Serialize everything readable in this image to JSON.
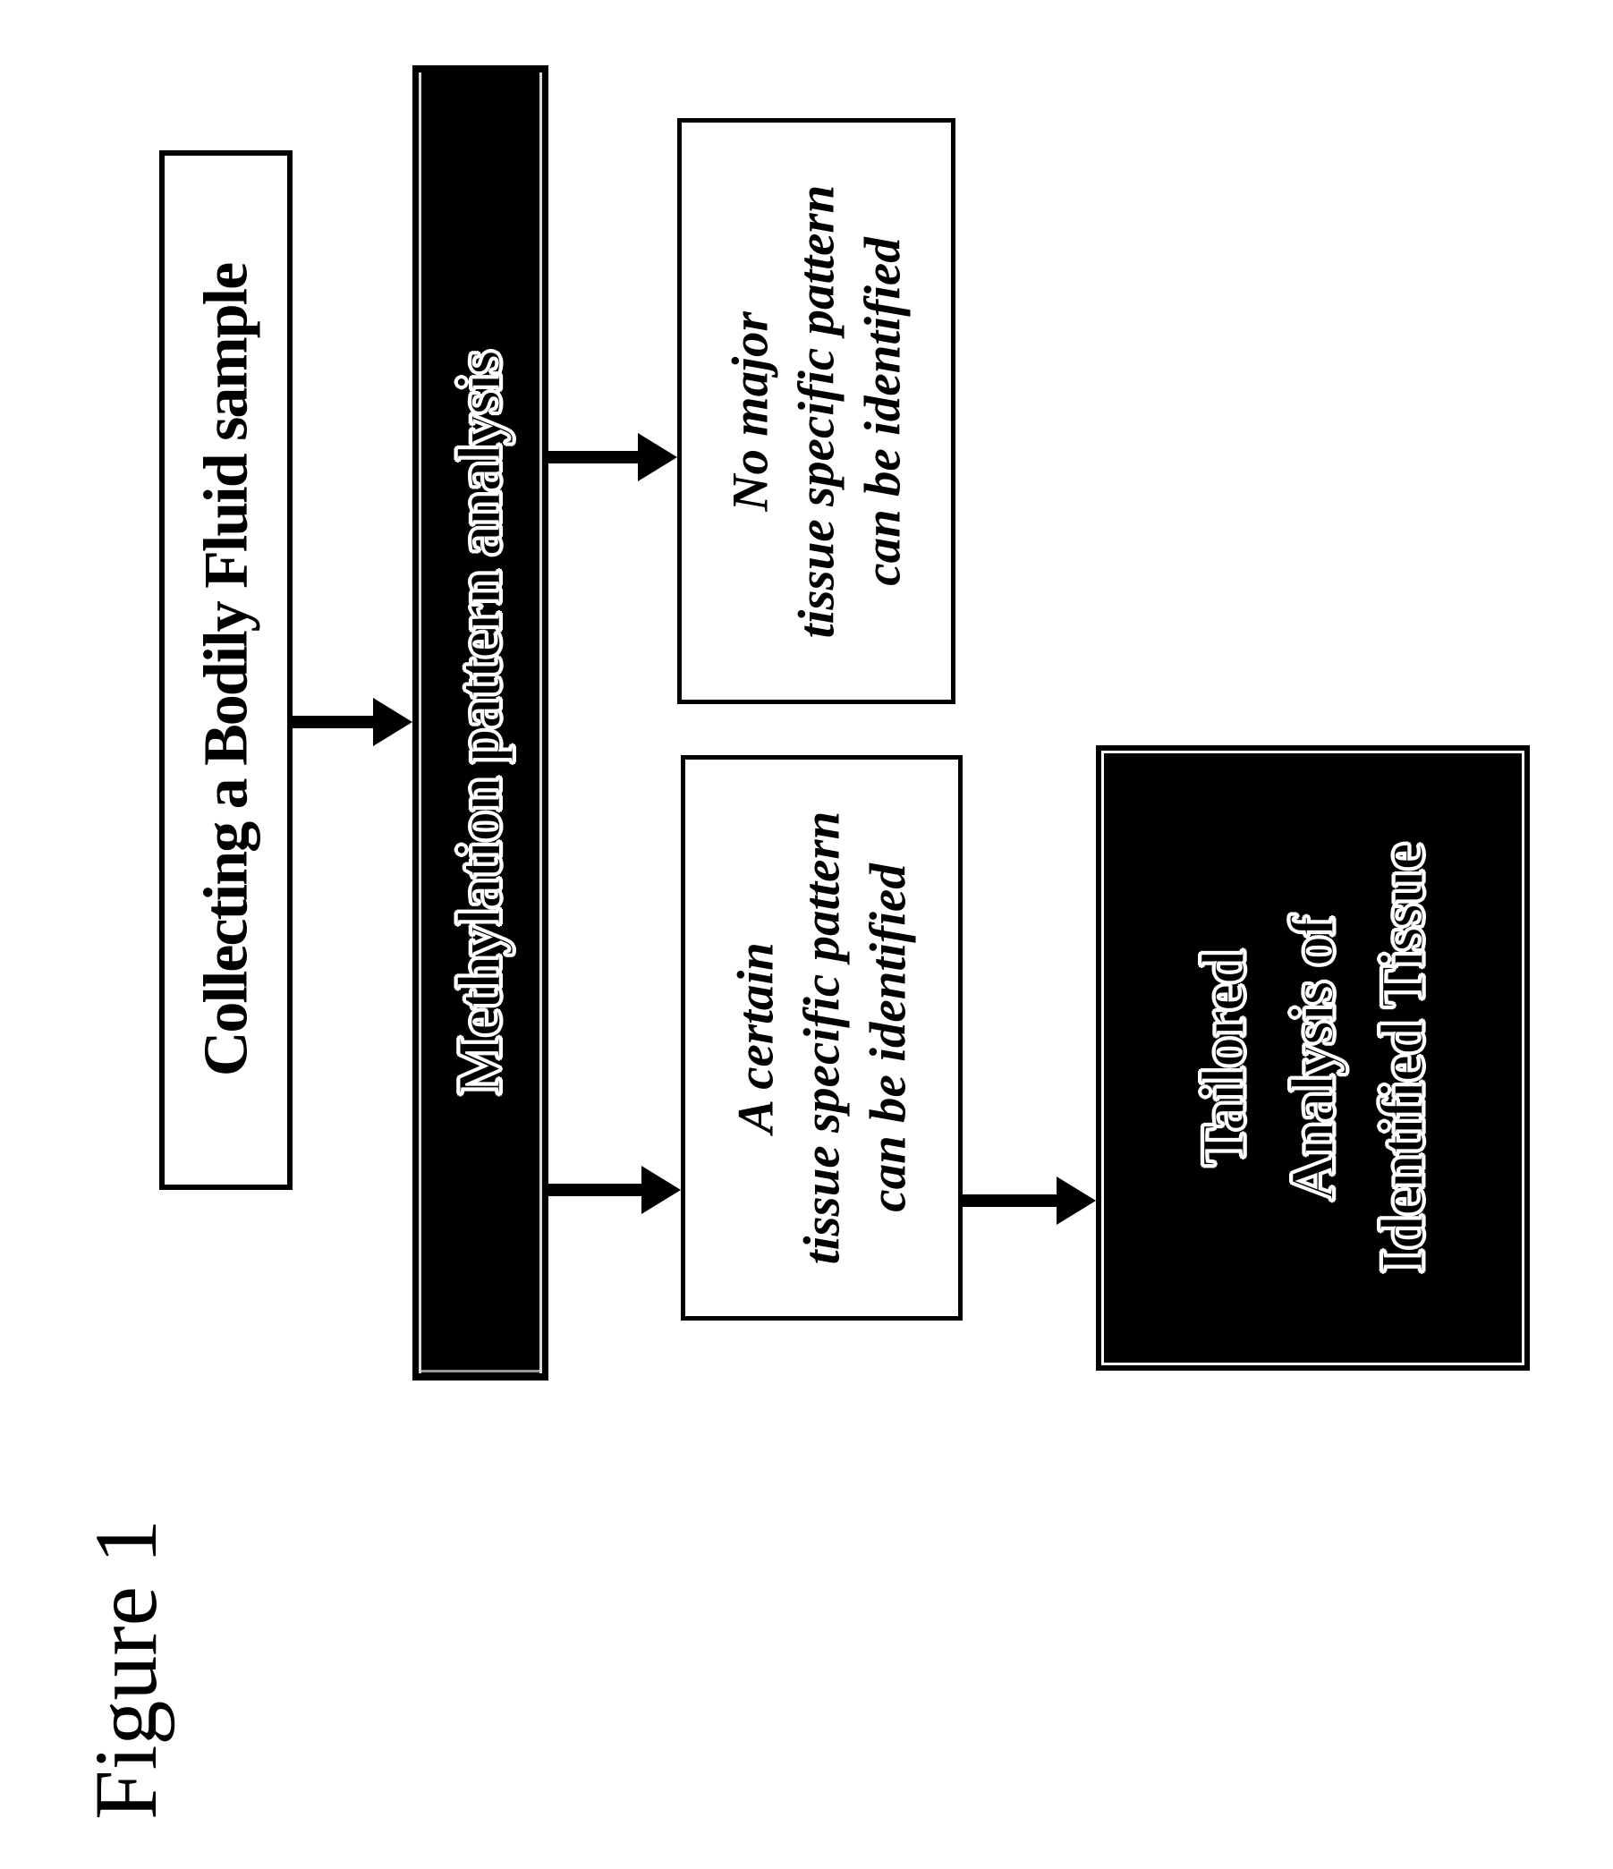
{
  "figure_label": "Figure 1",
  "colors": {
    "ink": "#000000",
    "paper": "#ffffff"
  },
  "boxes": {
    "collect": {
      "text": "Collecting a Bodily Fluid sample"
    },
    "analysis": {
      "text": "Methylation pattern analysis"
    },
    "no_pattern": {
      "lines": [
        "No major",
        "tissue specific pattern",
        "can be identified"
      ]
    },
    "certain_pattern": {
      "lines": [
        "A certain",
        "tissue specific pattern",
        "can be identified"
      ]
    },
    "tailored": {
      "lines": [
        "Tailored",
        "Analysis of",
        "Identified Tissue"
      ]
    }
  },
  "arrows": [
    {
      "name": "collect-to-analysis",
      "direction": "right"
    },
    {
      "name": "analysis-to-no-pattern",
      "direction": "right"
    },
    {
      "name": "analysis-to-certain-pattern",
      "direction": "right"
    },
    {
      "name": "certain-pattern-to-tailored",
      "direction": "right"
    }
  ]
}
